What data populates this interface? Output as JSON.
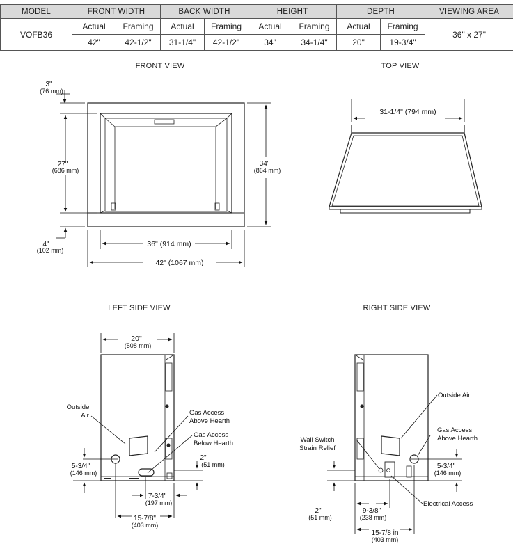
{
  "spec_table": {
    "headers": [
      "MODEL",
      "FRONT WIDTH",
      "BACK WIDTH",
      "HEIGHT",
      "DEPTH",
      "VIEWING AREA"
    ],
    "sub_labels": [
      "Actual",
      "Framing"
    ],
    "model": "VOFB36",
    "front_width": {
      "actual": "42\"",
      "framing": "42-1/2\""
    },
    "back_width": {
      "actual": "31-1/4\"",
      "framing": "42-1/2\""
    },
    "height": {
      "actual": "34\"",
      "framing": "34-1/4\""
    },
    "depth": {
      "actual": "20\"",
      "framing": "19-3/4\""
    },
    "viewing_area": "36\" x 27\""
  },
  "front_view": {
    "title": "FRONT VIEW",
    "dim_top": {
      "in": "3\"",
      "mm": "(76 mm)"
    },
    "dim_opening_h": {
      "in": "27\"",
      "mm": "(686 mm)"
    },
    "dim_height": {
      "in": "34\"",
      "mm": "(864 mm)"
    },
    "dim_bottom": {
      "in": "4\"",
      "mm": "(102 mm)"
    },
    "dim_opening_w": "36\" (914 mm)",
    "dim_width": "42\" (1067 mm)"
  },
  "top_view": {
    "title": "TOP VIEW",
    "dim_back": "31-1/4\" (794 mm)"
  },
  "left_side": {
    "title": "LEFT SIDE VIEW",
    "dim_depth": {
      "in": "20\"",
      "mm": "(508 mm)"
    },
    "outside_air": [
      "Outside",
      "Air"
    ],
    "gas_above": [
      "Gas Access",
      "Above Hearth"
    ],
    "gas_below": [
      "Gas Access",
      "Below Hearth"
    ],
    "dim_5_3_4": {
      "in": "5-3/4\"",
      "mm": "(146 mm)"
    },
    "dim_2": {
      "in": "2\"",
      "mm": "(51 mm)"
    },
    "dim_7_3_4": {
      "in": "7-3/4\"",
      "mm": "(197 mm)"
    },
    "dim_15_7_8": {
      "in": "15-7/8\"",
      "mm": "(403 mm)"
    }
  },
  "right_side": {
    "title": "RIGHT SIDE VIEW",
    "outside_air": "Outside Air",
    "wall_switch": [
      "Wall Switch",
      "Strain Relief"
    ],
    "gas_above": [
      "Gas Access",
      "Above Hearth"
    ],
    "dim_5_3_4": {
      "in": "5-3/4\"",
      "mm": "(146 mm)"
    },
    "electrical": "Electrical Access",
    "dim_2": {
      "in": "2\"",
      "mm": "(51 mm)"
    },
    "dim_9_3_8": {
      "in": "9-3/8\"",
      "mm": "(238 mm)"
    },
    "dim_15_7_8": {
      "in": "15-7/8 in",
      "mm": "(403 mm)"
    }
  }
}
